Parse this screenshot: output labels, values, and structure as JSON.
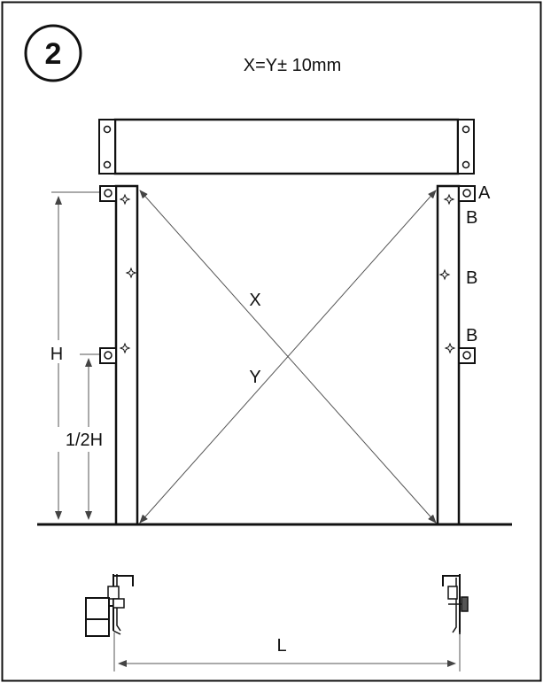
{
  "step": {
    "number": "2"
  },
  "equation": "X=Y± 10mm",
  "labels": {
    "diag_x": "X",
    "diag_y": "Y",
    "height": "H",
    "half_height": "1/2H",
    "width": "L",
    "point_a": "A",
    "point_b_top": "B",
    "point_b_mid": "B",
    "point_b_low": "B"
  },
  "colors": {
    "ink": "#111111",
    "thin": "#555555",
    "paper": "#ffffff"
  }
}
